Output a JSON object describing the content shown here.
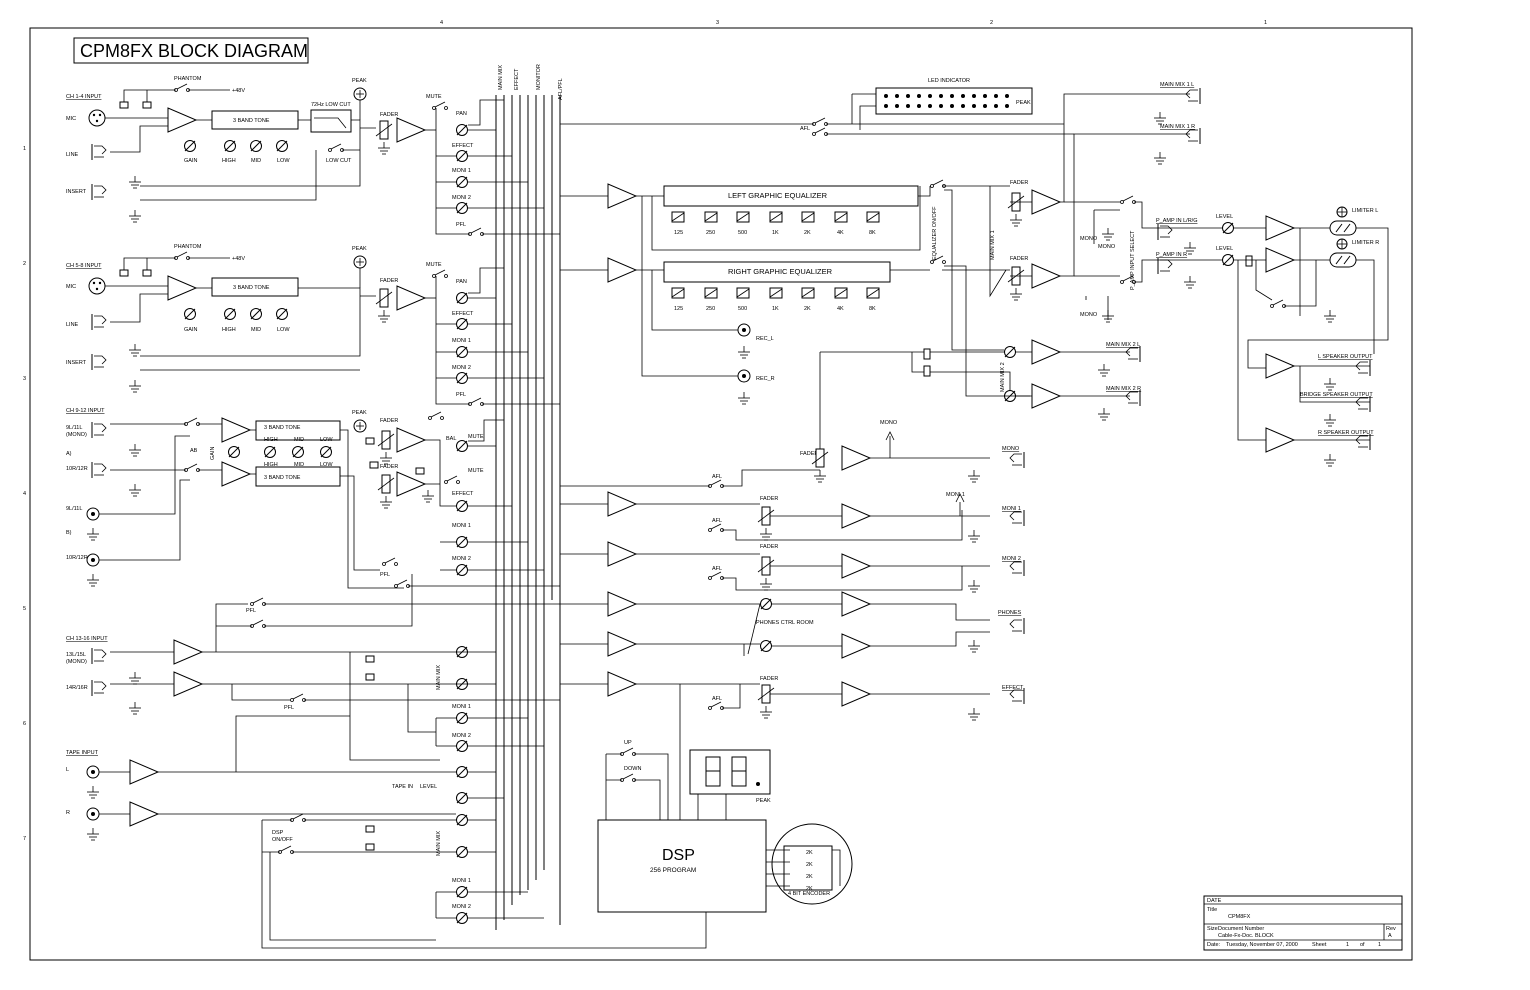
{
  "title": "CPM8FX BLOCK DIAGRAM",
  "inputs": {
    "ch14": "CH 1-4 INPUT",
    "ch58": "CH 5-8 INPUT",
    "ch912": "CH 9-12 INPUT",
    "ch1316": "CH 13-16 INPUT",
    "tape": "TAPE INPUT"
  },
  "jacks": {
    "mic": "MIC",
    "line": "LINE",
    "insert": "INSERT",
    "in9l": "9L/11L",
    "mono": "(MONO)",
    "in10r": "10R/12R",
    "a": "A)",
    "b": "B)",
    "in13l": "13L/15L",
    "in14r": "14R/16R",
    "tl": "L",
    "tr": "R"
  },
  "labels": {
    "phantom": "PHANTOM",
    "v48": "+48V",
    "peak": "PEAK",
    "tone": "3 BAND TONE",
    "lowcut72": "72Hz LOW CUT",
    "lowcut": "LOW CUT",
    "gain": "GAIN",
    "high": "HIGH",
    "mid": "MID",
    "low": "LOW",
    "fader": "FADER",
    "mute": "MUTE",
    "pan": "PAN",
    "effect": "EFFECT",
    "moni1": "MONI 1",
    "moni2": "MONI 2",
    "pfl": "PFL",
    "ab": "AB",
    "bal": "BAL",
    "tapein": "TAPE IN",
    "level": "LEVEL",
    "dspon": "DSP",
    "dspon2": "ON/OFF",
    "mainmix": "MAIN MIX",
    "up": "UP",
    "down": "DOWN"
  },
  "buses": [
    "MAIN MIX",
    "EFFECT",
    "MONITOR",
    "AFL/PFL"
  ],
  "eq": {
    "left": "LEFT GRAPHIC EQUALIZER",
    "right": "RIGHT GRAPHIC EQUALIZER",
    "bands": [
      "125",
      "250",
      "500",
      "1K",
      "2K",
      "4K",
      "8K"
    ],
    "onoff": "EQUALIZER ON/OFF"
  },
  "outputs": {
    "led": "LED INDICATOR",
    "ledpeak": "PEAK",
    "mm1l": "MAIN MIX 1 L",
    "mm1r": "MAIN MIX 1 R",
    "mm1": "MAIN MIX 1",
    "mm2": "MAIN MIX 2",
    "mm2l": "MAIN MIX 2 L",
    "mm2r": "MAIN MIX 2 R",
    "afl": "AFL",
    "mono": "MONO",
    "pampin": "P_AMP IN L/R/G",
    "pampinr": "P_AMP IN R",
    "pampsel": "P_AMP INPUT SELECT",
    "level": "LEVEL",
    "limL": "LIMITER L",
    "limR": "LIMITER R",
    "lspk": "L SPEAKER OUTPUT",
    "bspk": "BRIDGE SPEAKER OUTPUT",
    "rspk": "R SPEAKER OUTPUT",
    "recl": "REC_L",
    "recr": "REC_R",
    "monoout": "MONO",
    "moni1": "MONI 1",
    "moni2": "MONI 2",
    "phones": "PHONES",
    "effect": "EFFECT",
    "phonesctrl": "PHONES CTRL ROOM"
  },
  "dsp": {
    "name": "DSP",
    "program": "256 PROGRAM",
    "encoder": "4 BIT ENCODER",
    "peak": "PEAK",
    "bits": [
      "2K",
      "2K",
      "2K",
      "2K"
    ]
  },
  "titleblock": {
    "date": "DATE",
    "title": "Title",
    "titleval": "CPM8FX",
    "size": "Size",
    "docnum": "Document Number",
    "docval": "Cable-Fx-Doc. BLOCK",
    "rev": "Rev",
    "revval": "A",
    "datel": "Date:",
    "dateval": "Tuesday, November 07, 2000",
    "sheet": "Sheet",
    "sheetval": "1",
    "of": "of",
    "ofval": "1"
  },
  "border": {
    "cols": [
      "4",
      "3",
      "2",
      "1"
    ],
    "rows": [
      "1",
      "2",
      "3",
      "4",
      "5",
      "6",
      "7"
    ]
  }
}
